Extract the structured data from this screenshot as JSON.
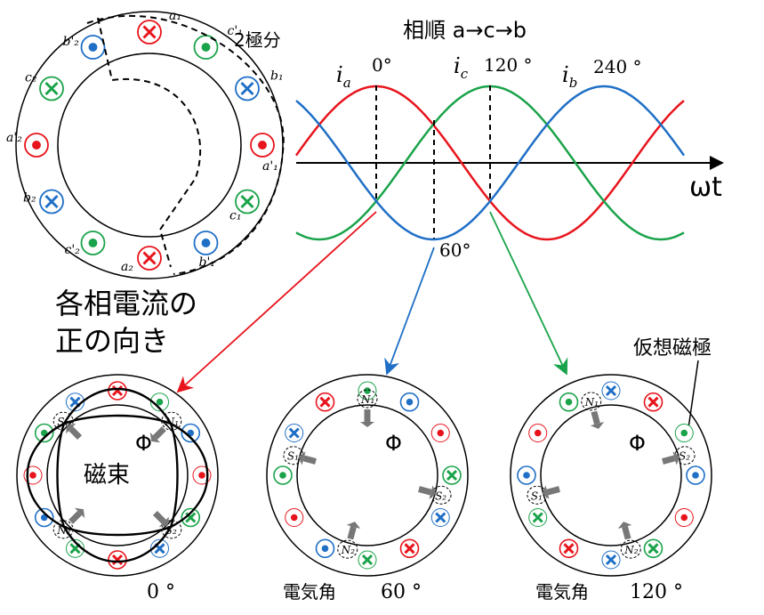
{
  "phase_order": "相順 a→c→b",
  "two_pole_label": "2極分",
  "current_direction_label": [
    "各相電流の",
    "正の向き"
  ],
  "virtual_pole_label": "仮想磁極",
  "magnetic_flux_label": "磁束",
  "flux_symbol": "Φ",
  "wave": {
    "axis_label": "ωt",
    "angle_0": "0°",
    "angle_60": "60°",
    "angle_120": "120 °",
    "angle_240": "240 °",
    "ia": "i_a",
    "ib": "i_b",
    "ic": "i_c"
  },
  "stator_labels": [
    "a₁",
    "c'₁",
    "b₁",
    "a'₁",
    "c₁",
    "b'₁",
    "a₂",
    "c'₂",
    "b₂",
    "a'₂",
    "c₂",
    "b'₂"
  ],
  "bottom_captions": [
    "0 °",
    "電気角",
    "60 °",
    "電気角",
    "120 °"
  ],
  "pole_labels": [
    "N₁",
    "S₁",
    "N₂",
    "S₂"
  ],
  "colors": {
    "a": "#e8141c",
    "b": "#1f6fc6",
    "c": "#1aa34a",
    "black": "#000000"
  },
  "chart_data": {
    "type": "line",
    "title": "相順 a→c→b",
    "xlabel": "ωt",
    "ylabel": "",
    "x_unit": "degrees",
    "series": [
      {
        "name": "i_a",
        "phase_deg": 0
      },
      {
        "name": "i_c",
        "phase_deg": 120
      },
      {
        "name": "i_b",
        "phase_deg": 240
      }
    ],
    "markers_deg": [
      0,
      60,
      120
    ]
  }
}
